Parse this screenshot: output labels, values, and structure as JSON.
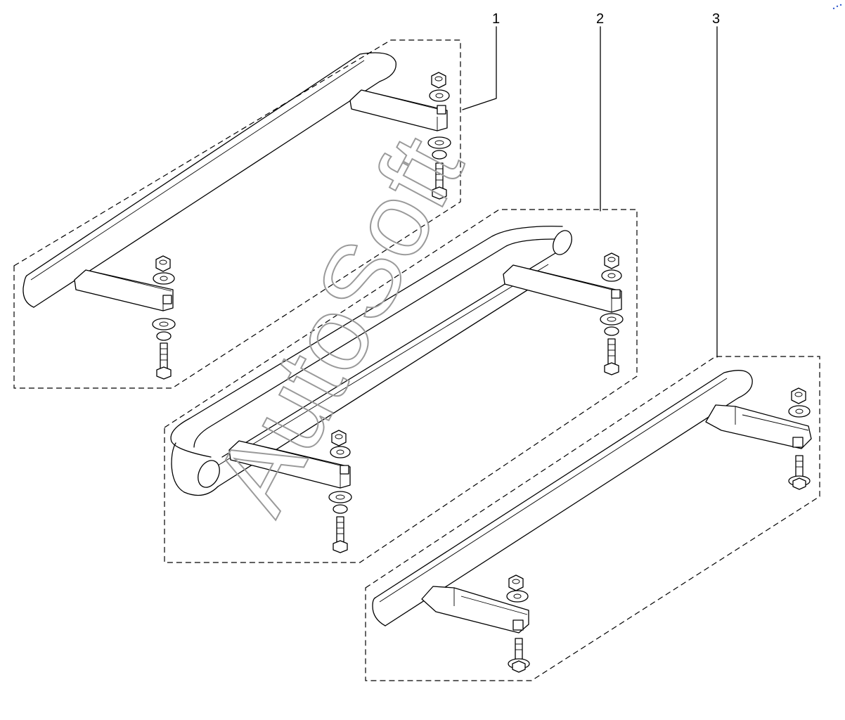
{
  "callouts": [
    "1",
    "2",
    "3"
  ],
  "watermark": "AutoSoft",
  "parts": [
    {
      "number": "1",
      "name": "side-step-straight"
    },
    {
      "number": "2",
      "name": "side-step-looped"
    },
    {
      "number": "3",
      "name": "side-step-angled-brackets"
    }
  ],
  "colors": {
    "line": "#000000",
    "background": "#ffffff",
    "watermark": "#9a9a9a"
  }
}
